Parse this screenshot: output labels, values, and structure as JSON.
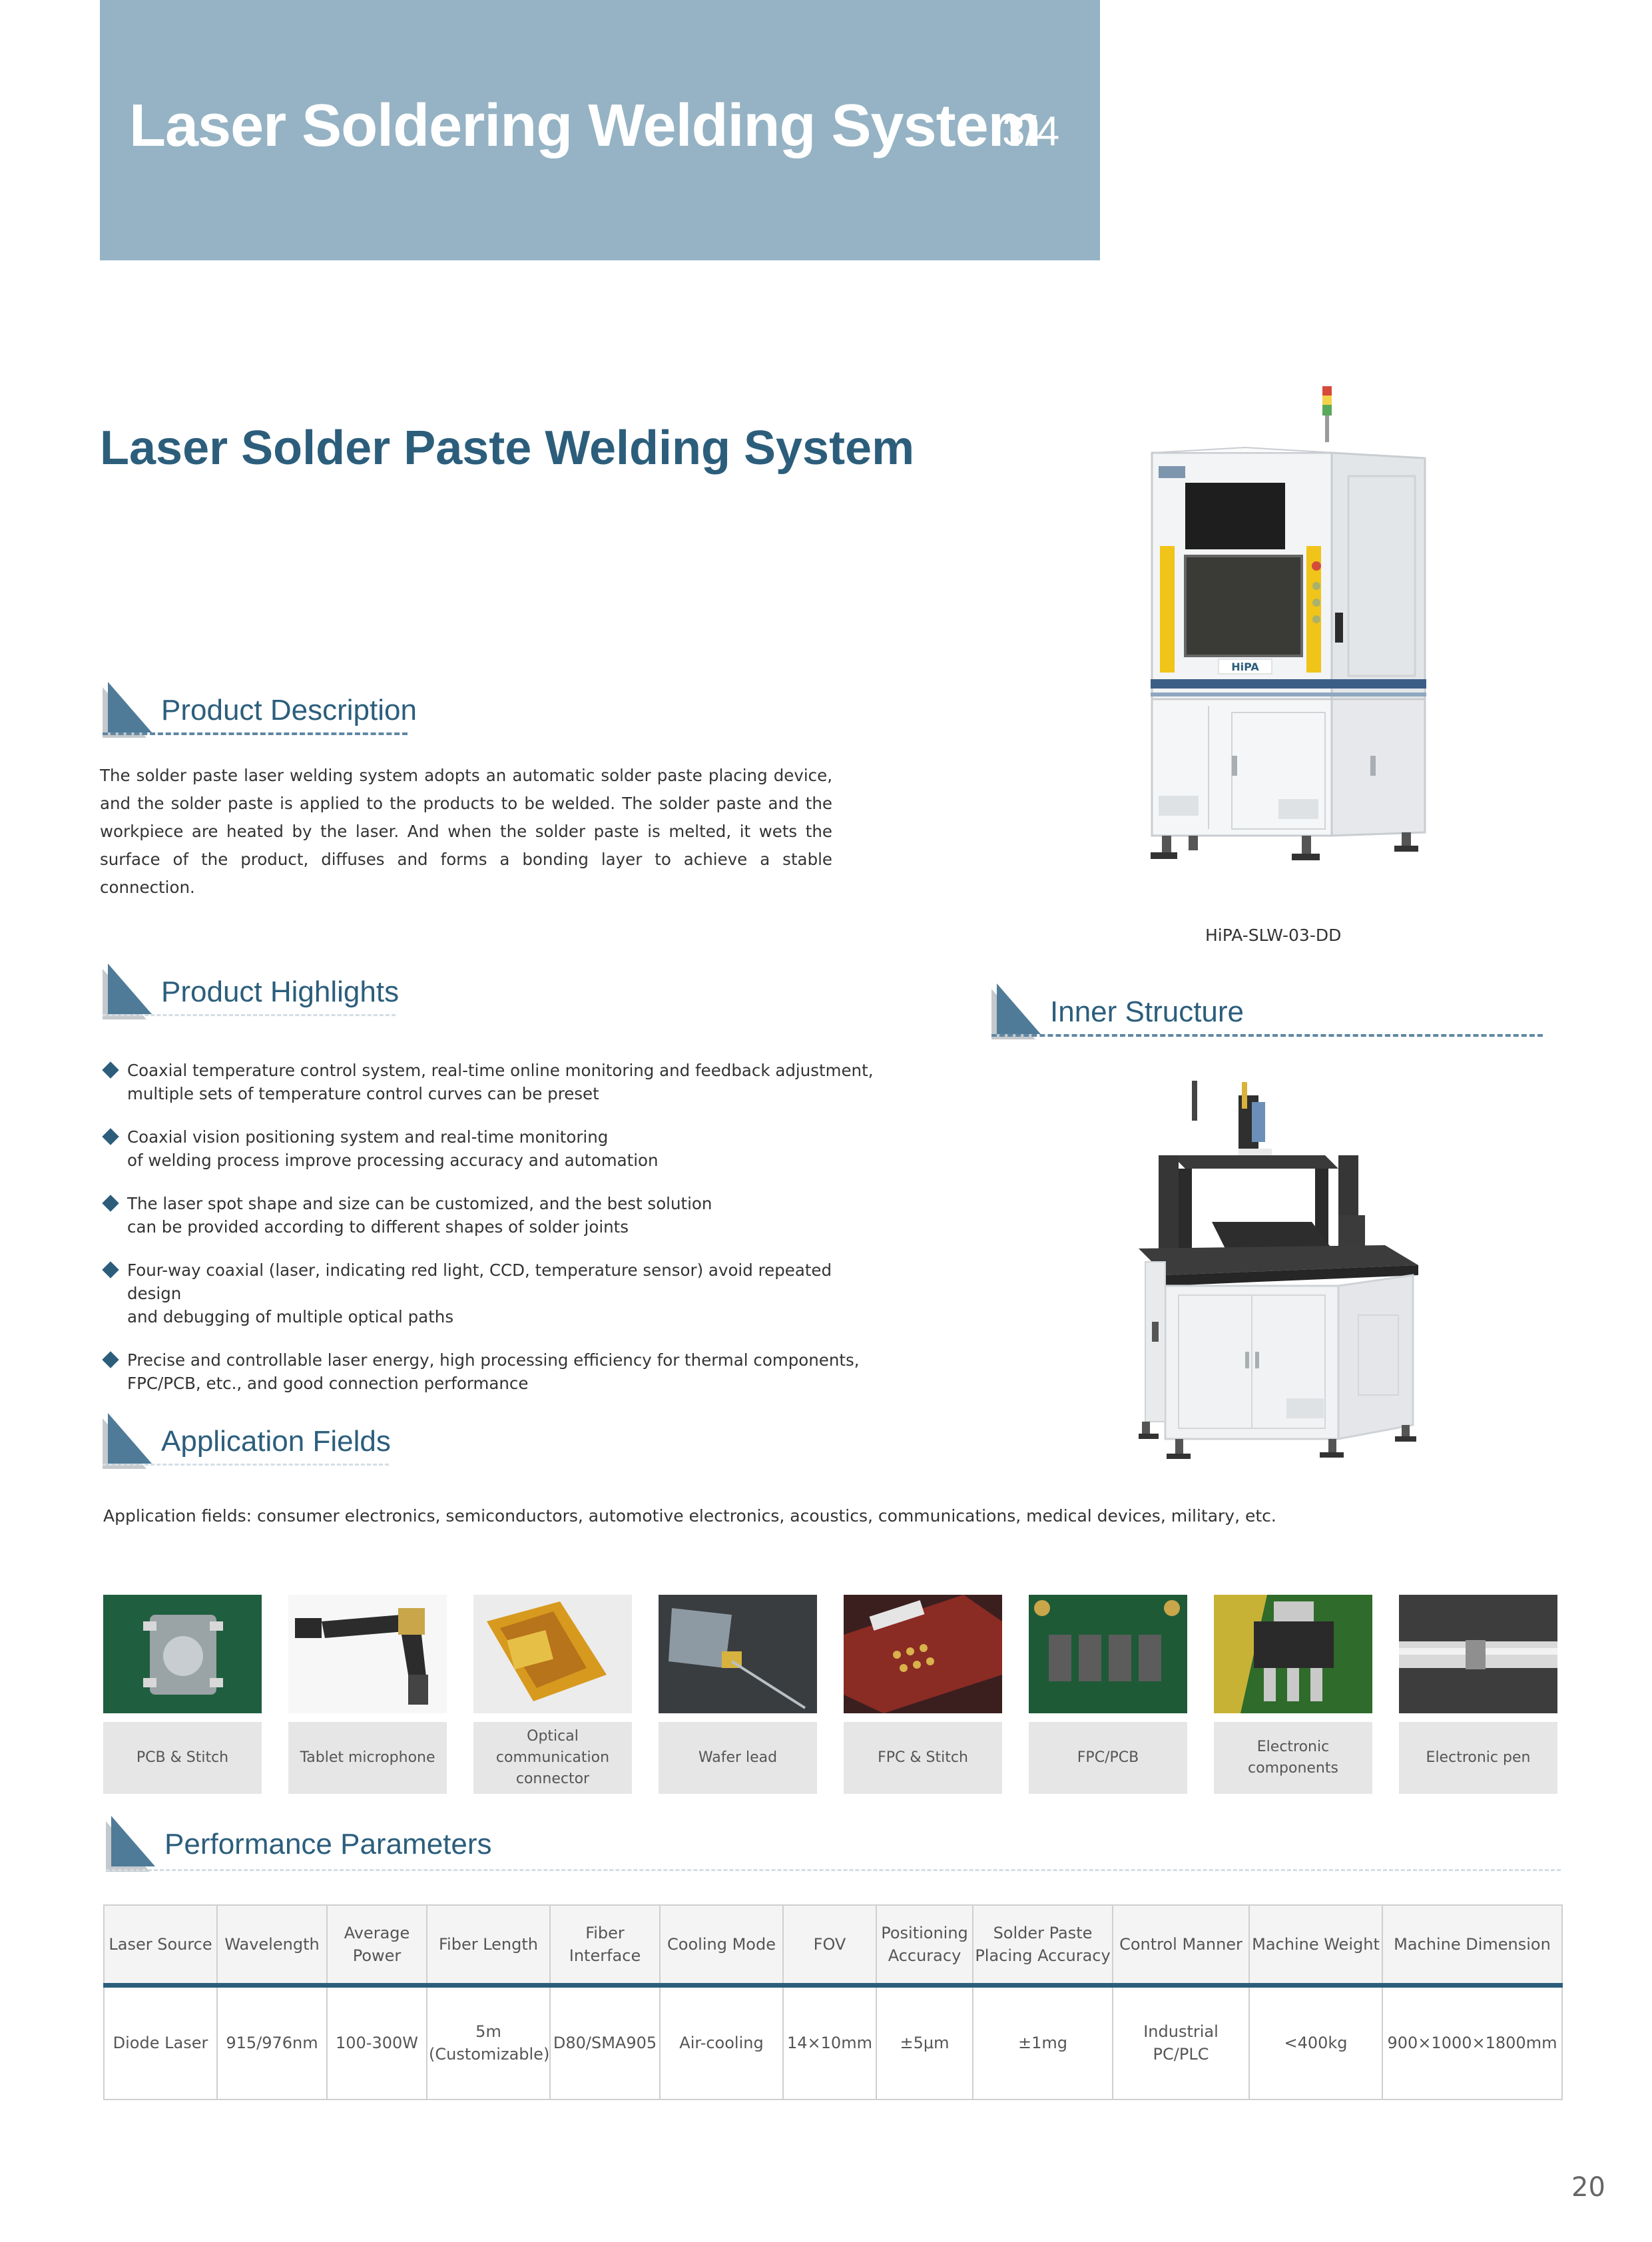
{
  "header": {
    "title": "Laser Soldering Welding System",
    "page_of": "3/4"
  },
  "main_title": "Laser Solder Paste Welding System",
  "sections": {
    "description": "Product Description",
    "highlights": "Product Highlights",
    "inner_structure": "Inner Structure",
    "applications": "Application Fields",
    "performance": "Performance Parameters"
  },
  "description_text": "The solder paste laser welding system adopts an automatic solder paste placing device, and the solder paste is applied to the products to be welded. The solder paste and the workpiece are heated by the laser. And when the solder paste is melted, it wets the surface of the product, diffuses and forms a bonding layer to achieve a stable connection.",
  "model_caption": "HiPA-SLW-03-DD",
  "machine_brand": "HiPA",
  "highlights": [
    {
      "line1": "Coaxial temperature control system, real-time online monitoring and feedback adjustment,",
      "line2": "multiple sets of temperature control curves can be preset"
    },
    {
      "line1": "Coaxial vision positioning system and real-time monitoring",
      "line2": "of welding process improve processing accuracy and automation"
    },
    {
      "line1": "The laser spot shape and size can be customized, and the best solution",
      "line2": "can be provided according to different shapes of solder joints"
    },
    {
      "line1": "Four-way coaxial (laser, indicating red light, CCD, temperature sensor) avoid repeated design",
      "line2": "and debugging of multiple optical paths"
    },
    {
      "line1": "Precise and controllable laser energy, high processing efficiency for thermal components,",
      "line2": "FPC/PCB, etc., and good connection performance"
    }
  ],
  "application_text": "Application fields: consumer electronics, semiconductors, automotive electronics, acoustics, communications, medical devices, military, etc.",
  "applications": [
    {
      "label1": "PCB & Stitch",
      "label2": "",
      "label3": ""
    },
    {
      "label1": "Tablet microphone",
      "label2": "",
      "label3": ""
    },
    {
      "label1": "Optical",
      "label2": "communication",
      "label3": "connector"
    },
    {
      "label1": "Wafer lead",
      "label2": "",
      "label3": ""
    },
    {
      "label1": "FPC & Stitch",
      "label2": "",
      "label3": ""
    },
    {
      "label1": "FPC/PCB",
      "label2": "",
      "label3": ""
    },
    {
      "label1": "Electronic",
      "label2": "components",
      "label3": ""
    },
    {
      "label1": "Electronic pen",
      "label2": "",
      "label3": ""
    }
  ],
  "params": {
    "headers": [
      {
        "l1": "Laser Source",
        "l2": ""
      },
      {
        "l1": "Wavelength",
        "l2": ""
      },
      {
        "l1": "Average",
        "l2": "Power"
      },
      {
        "l1": "Fiber Length",
        "l2": ""
      },
      {
        "l1": "Fiber",
        "l2": "Interface"
      },
      {
        "l1": "Cooling Mode",
        "l2": ""
      },
      {
        "l1": "FOV",
        "l2": ""
      },
      {
        "l1": "Positioning",
        "l2": "Accuracy"
      },
      {
        "l1": "Solder Paste",
        "l2": "Placing Accuracy"
      },
      {
        "l1": "Control Manner",
        "l2": ""
      },
      {
        "l1": "Machine Weight",
        "l2": ""
      },
      {
        "l1": "Machine Dimension",
        "l2": ""
      }
    ],
    "values": [
      {
        "l1": "Diode Laser",
        "l2": ""
      },
      {
        "l1": "915/976nm",
        "l2": ""
      },
      {
        "l1": "100-300W",
        "l2": ""
      },
      {
        "l1": "5m",
        "l2": "(Customizable)"
      },
      {
        "l1": "D80/SMA905",
        "l2": ""
      },
      {
        "l1": "Air-cooling",
        "l2": ""
      },
      {
        "l1": "14×10mm",
        "l2": ""
      },
      {
        "l1": "±5μm",
        "l2": ""
      },
      {
        "l1": "±1mg",
        "l2": ""
      },
      {
        "l1": "Industrial PC/PLC",
        "l2": ""
      },
      {
        "l1": "<400kg",
        "l2": ""
      },
      {
        "l1": "900×1000×1800mm",
        "l2": ""
      }
    ]
  },
  "page_number": "20",
  "colors": {
    "header_band": "#95b3c4",
    "accent": "#2c5e7c",
    "tile_caption_bg": "#e6e6e6"
  }
}
